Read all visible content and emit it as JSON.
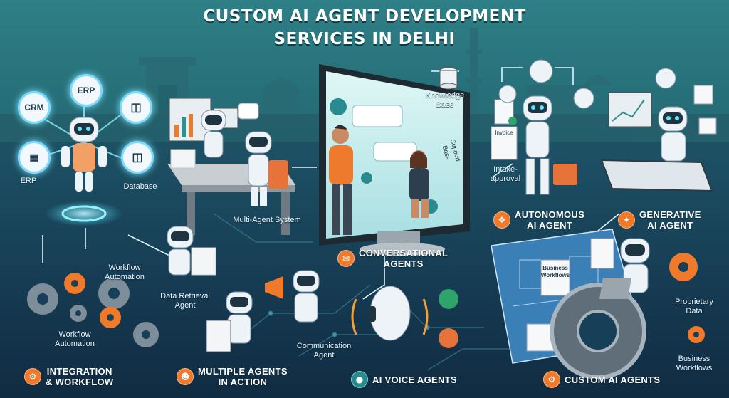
{
  "title": {
    "line1": "CUSTOM AI AGENT DEVELOPMENT",
    "line2": "SERVICES IN DELHI"
  },
  "integration": {
    "crm": "CRM",
    "erp_top": "ERP",
    "erp_left": "ERP",
    "database": "Database",
    "workflow_automation_1": "Workflow\nAutomation",
    "workflow_automation_2": "Workflow\nAutomation"
  },
  "center": {
    "multi_agent": "Multi-Agent System",
    "data_retrieval": "Data Retrieval\nAgent",
    "communication": "Communication\nAgent",
    "knowledge_base": "Knowledge\nBase",
    "support_base": "Support\nBase",
    "invoice": "Invoice",
    "intake_approval": "Intake-\napproval"
  },
  "right": {
    "business_workflows_doc": "Business\nWorkflows",
    "proprietary_data": "Proprietary\nData",
    "business_workflows": "Business\nWorkflows"
  },
  "sections": {
    "autonomous": "AUTONOMOUS\nAI AGENT",
    "generative": "GENERATIVE\nAI AGENT",
    "conversational": "CONVERSATIONAL\nAGENTS",
    "integration": "INTEGRATION\n& WORKFLOW",
    "multiple": "MULTIPLE AGENTS\nIN ACTION",
    "voice": "AI VOICE AGENTS",
    "custom": "CUSTOM AI AGENTS"
  },
  "icons": {
    "integration": "gear-icon",
    "multiple": "people-icon",
    "voice": "microphone-icon",
    "custom": "gear-icon",
    "autonomous": "brain-icon",
    "generative": "spark-icon",
    "conversational": "chat-icon"
  },
  "colors": {
    "accent": "#f07a2c",
    "glow": "#7fe8ff",
    "robot": "#eef3f7",
    "screen": "#cfeff0"
  }
}
